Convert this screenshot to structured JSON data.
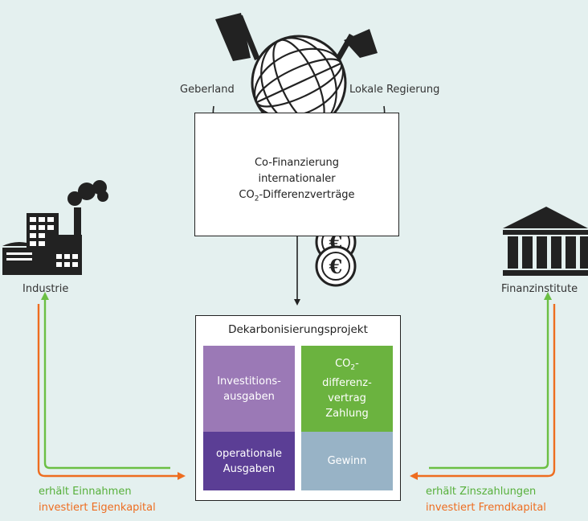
{
  "labels": {
    "geberland": "Geberland",
    "lokale_regierung": "Lokale Regierung",
    "industrie": "Industrie",
    "finanzinstitute": "Finanzinstitute"
  },
  "co_financing": {
    "line1": "Co-Finanzierung",
    "line2": "internationaler",
    "line3_pre": "CO",
    "line3_sub": "2",
    "line3_post": "-Differenzverträge"
  },
  "project": {
    "title": "Dekarbonisierungsprojekt",
    "capex_1": "Investitions-",
    "capex_2": "ausgaben",
    "ccfd_1_pre": "CO",
    "ccfd_1_sub": "2",
    "ccfd_1_post": "-",
    "ccfd_2": "differenz-",
    "ccfd_3": "vertrag",
    "ccfd_4": "Zahlung",
    "opex_1": "operationale",
    "opex_2": "Ausgaben",
    "profit": "Gewinn"
  },
  "captions": {
    "industry_receives": "erhält Einnahmen",
    "industry_invests": "investiert Eigenkapital",
    "bank_receives": "erhält Zinszahlungen",
    "bank_invests": "investiert Fremdkapital"
  },
  "colors": {
    "background": "#e4f0ef",
    "green": "#6bbf44",
    "orange": "#ee6d20",
    "capex": "#9b79b6",
    "ccfd": "#6bb33f",
    "opex": "#5b3e95",
    "profit": "#98b3c6"
  },
  "icons": [
    "globe-icon",
    "flag-icon",
    "factory-icon",
    "bank-icon",
    "euro-coin-icon"
  ]
}
